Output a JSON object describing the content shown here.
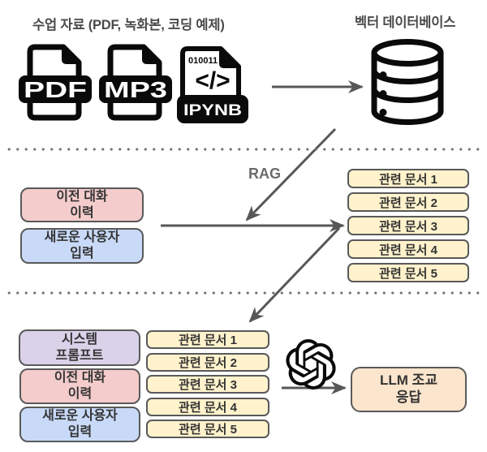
{
  "top": {
    "left_title": "수업 자료 (PDF, 녹화본, 코딩 예제)",
    "right_title": "벡터 데이터베이스",
    "pdf_label": "PDF",
    "mp3_label": "MP3",
    "ipynb_code": "010011",
    "ipynb_glyph": "</>",
    "ipynb_label": "IPYNB"
  },
  "middle": {
    "rag_label": "RAG",
    "prev_history": {
      "line1": "이전 대화",
      "line2": "이력"
    },
    "new_input": {
      "line1": "새로운 사용자",
      "line2": "입력"
    },
    "documents": [
      "관련 문서 1",
      "관련 문서 2",
      "관련 문서 3",
      "관련 문서 4",
      "관련 문서 5"
    ]
  },
  "bottom": {
    "system_prompt": {
      "line1": "시스템",
      "line2": "프롬프트"
    },
    "prev_history": {
      "line1": "이전 대화",
      "line2": "이력"
    },
    "new_input": {
      "line1": "새로운 사용자",
      "line2": "입력"
    },
    "documents": [
      "관련 문서 1",
      "관련 문서 2",
      "관련 문서 3",
      "관련 문서 4",
      "관련 문서 5"
    ],
    "llm_response": {
      "line1": "LLM 조교",
      "line2": "응답"
    }
  },
  "icons": {
    "pdf_file": "pdf-file-icon",
    "mp3_file": "mp3-file-icon",
    "ipynb_file": "ipynb-file-icon",
    "vector_db": "database-icon",
    "openai": "openai-logo-icon"
  },
  "colors": {
    "box_pink": "#f4cccc",
    "box_blue": "#c9daf8",
    "box_purple": "#d9d2e9",
    "box_yellow": "#fff2cc",
    "box_tan": "#fce5cd",
    "box_border": "#595959",
    "arrow": "#575757",
    "title_text": "#4a4a4a"
  }
}
